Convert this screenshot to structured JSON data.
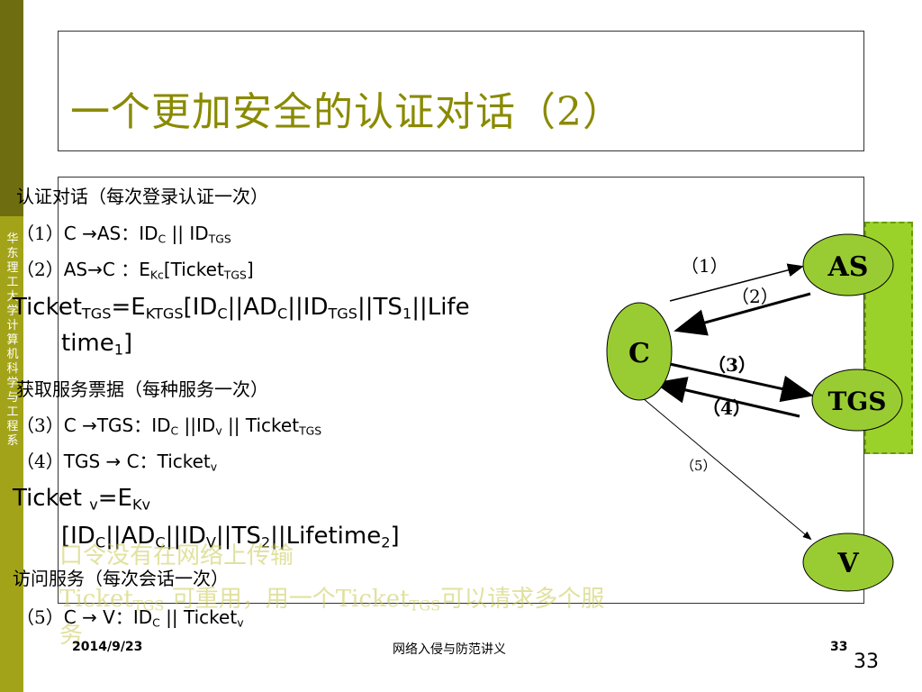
{
  "sidebar": {
    "vertical_text": [
      "华",
      "东",
      "理",
      "工",
      "大",
      "学",
      "计",
      "算",
      "机",
      "科",
      "学",
      "与",
      "工",
      "程",
      "系"
    ]
  },
  "title": "一个更加安全的认证对话（2）",
  "sections": {
    "auth_header": "认证对话（每次登录认证一次）",
    "ticket_header": "获取服务票据（每种服务一次）",
    "access_header": "访问服务（每次会话一次）"
  },
  "steps": {
    "s1_num": "（1）",
    "s1_a": "C ",
    "s1_arrow": "→",
    "s1_b": "AS：ID",
    "s1_b_sub": "C",
    "s1_c": " || ID",
    "s1_c_sub": "TGS",
    "s2_num": "（2）",
    "s2_a": "AS",
    "s2_arrow": "→",
    "s2_b": "C ：E",
    "s2_b_sub": "Kc",
    "s2_c": "[Ticket",
    "s2_c_sub": "TGS",
    "s2_d": "]",
    "s3_num": "（3）",
    "s3_a": "C ",
    "s3_arrow": "→",
    "s3_b": "TGS：ID",
    "s3_b_sub": "C",
    "s3_c": " ||ID",
    "s3_c_sub": "v",
    "s3_d": " || Ticket",
    "s3_d_sub": "TGS",
    "s4_num": "（4）",
    "s4_a": "TGS ",
    "s4_arrow": "→",
    "s4_b": " C：Ticket",
    "s4_b_sub": "v",
    "s5_num": "（5）",
    "s5_a": "C ",
    "s5_arrow": "→",
    "s5_b": " V：ID",
    "s5_b_sub": "C",
    "s5_c": " || Ticket",
    "s5_c_sub": "v"
  },
  "ticket_tgs": {
    "t1": "Ticket",
    "t1_sub": "TGS",
    "t2": "=E",
    "t2_sub": "KTGS",
    "t3": "[ID",
    "t3_sub": "C",
    "t4": "||AD",
    "t4_sub": "C",
    "t5": "||ID",
    "t5_sub": "TGS",
    "t6": "||TS",
    "t6_sub": "1",
    "t7": "||Life",
    "line2": "time",
    "line2_sub": "1",
    "line2_end": "]"
  },
  "ticket_v": {
    "t1": "Ticket ",
    "t1_sub": "v",
    "t2": "=E",
    "t2_sub": "Kv",
    "l2a": "[ID",
    "l2a_sub": "C",
    "l2b": "||AD",
    "l2b_sub": "C",
    "l2c": "||ID",
    "l2c_sub": "V",
    "l2d": "||TS",
    "l2d_sub": "2",
    "l2e": "||Lifetime",
    "l2e_sub": "2",
    "l2f": "]"
  },
  "overlay": {
    "line1": "口令没有在网络上传输",
    "line2a": "Ticket",
    "line2a_sub": "TGS",
    "line2b": " 可重用，用一个Ticket",
    "line2b_sub": "TGS",
    "line2c": "可以请求多个服",
    "line3": "务"
  },
  "diagram": {
    "nodes": {
      "as": "AS",
      "tgs": "TGS",
      "c": "C",
      "v": "V"
    },
    "labels": {
      "l1": "（1）",
      "l2": "（2）",
      "l3": "（3）",
      "l4": "（4）",
      "l5": "（5）"
    },
    "node_fill": "#99cc33"
  },
  "footer": {
    "date": "2014/9/23",
    "center": "网络入侵与防范讲义",
    "page": "33",
    "page_big": "33"
  }
}
